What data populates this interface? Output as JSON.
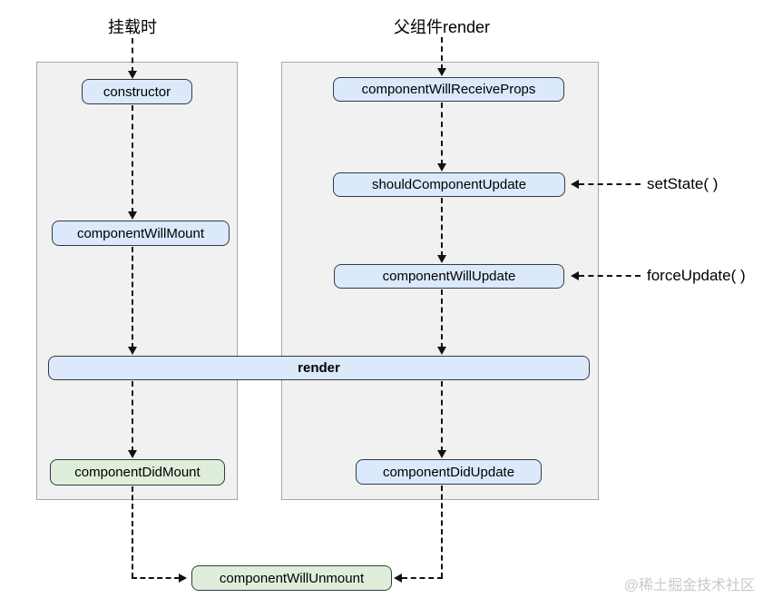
{
  "diagram": {
    "headings": {
      "mount": "挂载时",
      "parent_render": "父组件render"
    },
    "nodes": {
      "constructor": "constructor",
      "componentWillMount": "componentWillMount",
      "componentDidMount": "componentDidMount",
      "componentWillReceiveProps": "componentWillReceiveProps",
      "shouldComponentUpdate": "shouldComponentUpdate",
      "componentWillUpdate": "componentWillUpdate",
      "componentDidUpdate": "componentDidUpdate",
      "render": "render",
      "componentWillUnmount": "componentWillUnmount"
    },
    "annotations": {
      "set_state": "setState( )",
      "force_update": "forceUpdate( )"
    },
    "watermark": "@稀土掘金技术社区",
    "colors": {
      "box_blue_fill": "#dbe9fb",
      "box_green_fill": "#dfeeda",
      "box_border": "#333a45",
      "panel_fill": "#f1f1f1",
      "panel_border": "#a6a6a6",
      "arrow": "#111111",
      "watermark_color": "#c9c9c9"
    }
  }
}
